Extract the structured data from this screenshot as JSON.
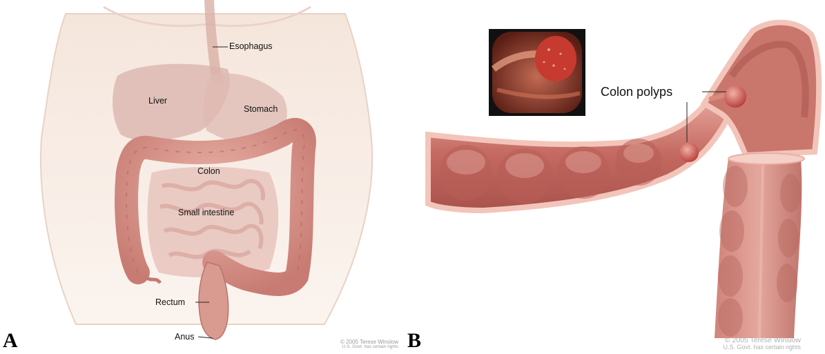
{
  "panel_a": {
    "letter": "A",
    "labels": {
      "esophagus": "Esophagus",
      "liver": "Liver",
      "stomach": "Stomach",
      "colon": "Colon",
      "small_intestine": "Small intestine",
      "rectum": "Rectum",
      "anus": "Anus"
    },
    "credit": {
      "line1": "© 2005 Terese Winslow",
      "line2": "U.S. Govt. has certain rights"
    }
  },
  "panel_b": {
    "letter": "B",
    "labels": {
      "colon_polyps": "Colon polyps"
    },
    "credit": {
      "line1": "© 2005 Terese Winslow",
      "line2": "U.S. Govt. has certain rights"
    }
  },
  "colors": {
    "skin": "#f2ddd0",
    "colon": "#d98f86",
    "colon_dark": "#b8615c",
    "liver": "#d6a7a0",
    "polyp": "#c9413b"
  }
}
